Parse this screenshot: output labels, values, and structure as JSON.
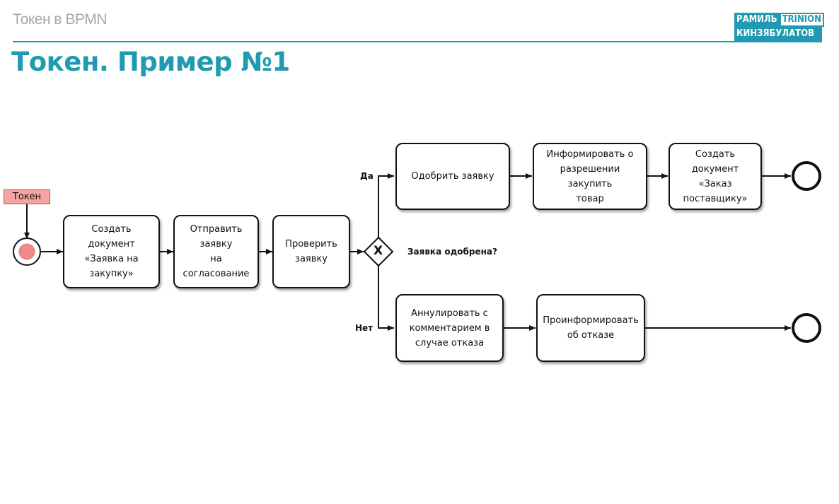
{
  "header": {
    "subtitle": "Токен в BPMN",
    "title": "Токен. Пример №1",
    "logo": {
      "line1_a": "РАМИЛЬ",
      "line1_b": "TRINION",
      "line2": "КИНЗЯБУЛАТОВ"
    }
  },
  "diagram": {
    "token_label": "Токен",
    "tasks": {
      "create_request": "Создать документ\n«Заявка на\nзакупку»",
      "send_for_approval": "Отправить заявку\nна согласование",
      "check_request": "Проверить\nзаявку",
      "approve_request": "Одобрить заявку",
      "inform_permission": "Информировать о\nразрешении закупить\nтовар",
      "create_supplier_order": "Создать документ\n«Заказ\nпоставщику»",
      "cancel_with_comment": "Аннулировать с\nкомментарием в\nслучае отказа",
      "inform_refusal": "Проинформировать\nоб отказе"
    },
    "gateway": {
      "marker": "X",
      "question": "Заявка одобрена?"
    },
    "branches": {
      "yes": "Да",
      "no": "Нет"
    },
    "colors": {
      "accent": "#1f9ab0",
      "token": "#f5a3a3",
      "token_dot": "#f08a8a"
    }
  }
}
